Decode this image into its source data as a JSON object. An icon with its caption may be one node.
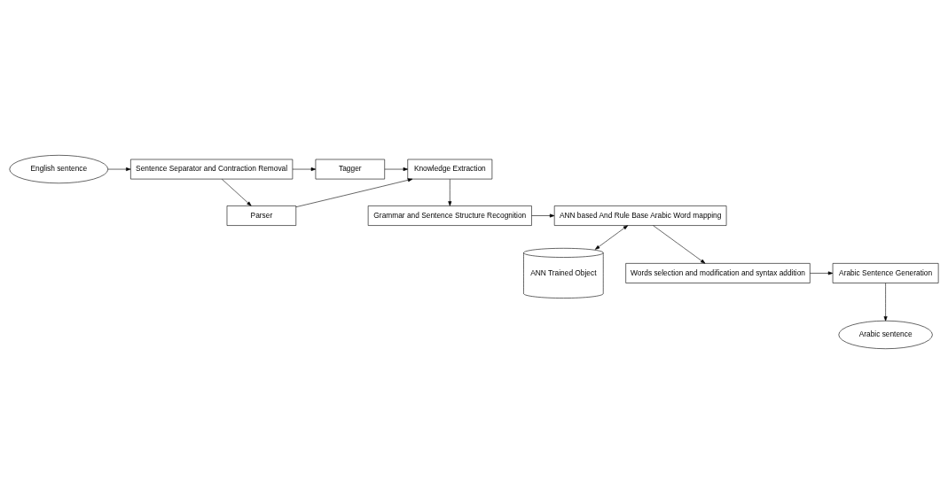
{
  "diagram": {
    "nodes": [
      {
        "text": [
          "English sentence"
        ]
      },
      {
        "text": [
          "Sentence Separator and Contraction Removal"
        ]
      },
      {
        "text": [
          "Tagger"
        ]
      },
      {
        "text": [
          "Parser"
        ]
      },
      {
        "text": [
          "Knowledge Extraction"
        ]
      },
      {
        "text": [
          "Grammar and Sentence Structure Recognition"
        ]
      },
      {
        "text": [
          "ANN based And Rule Base Arabic Word mapping"
        ]
      },
      {
        "text": [
          "ANN Trained Object"
        ]
      },
      {
        "text": [
          "Words selection and modification and syntax addition"
        ]
      },
      {
        "text": [
          "Arabic Sentence Generation"
        ]
      },
      {
        "text": [
          "Arabic sentence"
        ]
      }
    ],
    "edges": [
      {
        "from": 0,
        "to": 1,
        "arrow": "to"
      },
      {
        "from": 1,
        "to": 2,
        "arrow": "to"
      },
      {
        "from": 1,
        "to": 3,
        "arrow": "to"
      },
      {
        "from": 2,
        "to": 4,
        "arrow": "to"
      },
      {
        "from": 3,
        "to": 4,
        "arrow": "to"
      },
      {
        "from": 4,
        "to": 5,
        "arrow": "to"
      },
      {
        "from": 5,
        "to": 6,
        "arrow": "to"
      },
      {
        "from": 6,
        "to": 7,
        "arrow": "both"
      },
      {
        "from": 6,
        "to": 8,
        "arrow": "to"
      },
      {
        "from": 8,
        "to": 9,
        "arrow": "to"
      },
      {
        "from": 9,
        "to": 10,
        "arrow": "to"
      }
    ]
  }
}
